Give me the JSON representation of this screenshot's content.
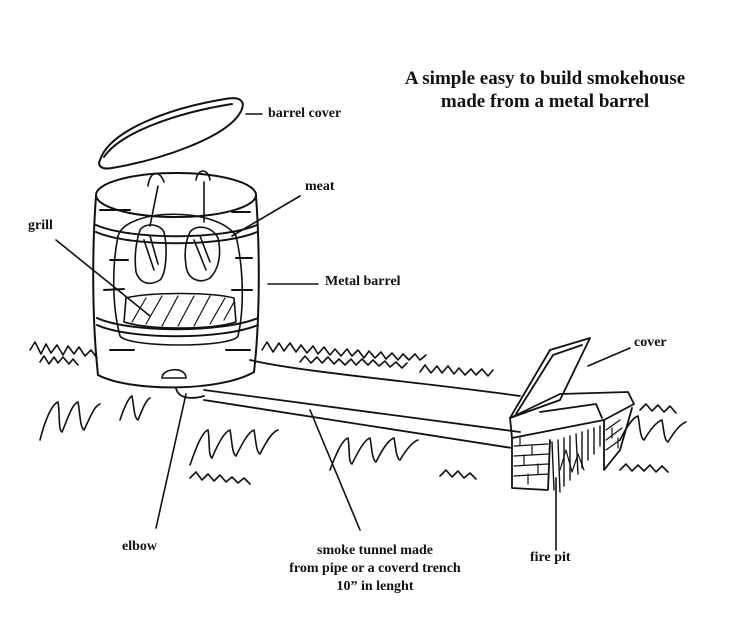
{
  "title": {
    "line1": "A simple easy to build smokehouse",
    "line2": "made from a metal barrel"
  },
  "labels": {
    "barrel_cover": "barrel cover",
    "meat": "meat",
    "grill": "grill",
    "metal_barrel": "Metal barrel",
    "cover": "cover",
    "elbow": "elbow",
    "smoke_tunnel_line1": "smoke tunnel made",
    "smoke_tunnel_line2": "from pipe or a coverd trench",
    "smoke_tunnel_line3": "10” in lenght",
    "fire_pit": "fire pit"
  },
  "colors": {
    "ink": "#111111",
    "paper": "#ffffff"
  }
}
